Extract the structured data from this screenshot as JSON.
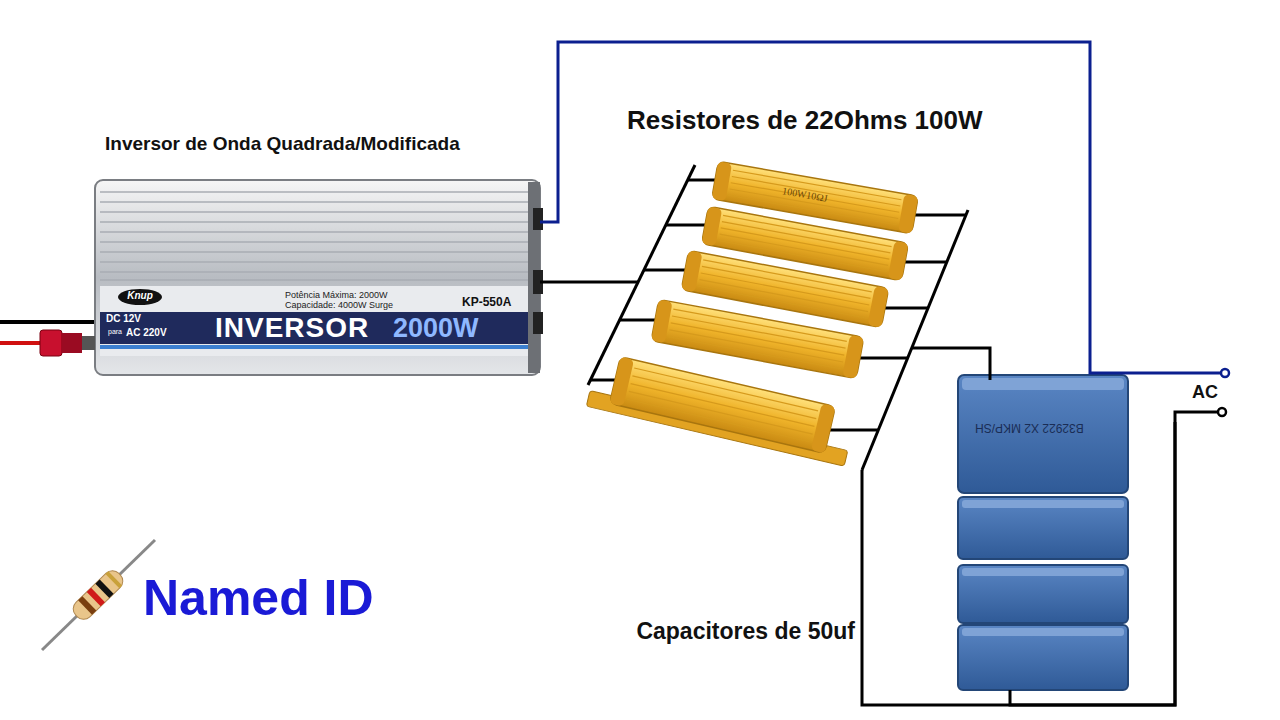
{
  "diagram": {
    "nodes": [
      {
        "text": [
          "Inversor de Onda Quadrada/Modificada"
        ]
      },
      {
        "text": [
          "Resistores de 22Ohms 100W"
        ]
      },
      {
        "text": [
          "Capacitores de 50uf"
        ]
      },
      {
        "text": [
          "AC"
        ]
      }
    ],
    "edges": [
      {
        "from": 0,
        "to": 1,
        "arrow": "none"
      },
      {
        "from": 1,
        "to": 2,
        "arrow": "none"
      },
      {
        "from": 1,
        "to": 3,
        "arrow": "none"
      },
      {
        "from": 2,
        "to": 3,
        "arrow": "none"
      },
      {
        "from": 0,
        "to": 3,
        "arrow": "none"
      }
    ],
    "labels": [
      "Knup",
      "Potência Máxima: 2000W",
      "Capacidade: 4000W Surge",
      "KP-550A",
      "DC 12V",
      "para",
      "AC 220V",
      "INVERSOR",
      "2000W",
      "100W10ΩJ",
      "B32922 X2 MKP/SH",
      "Named ID"
    ]
  }
}
